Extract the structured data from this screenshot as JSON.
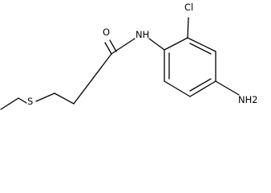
{
  "molecule": {
    "atoms": {
      "oxygen": "O",
      "amide_nh": "NH",
      "chlorine": "Cl",
      "sulfur": "S",
      "amine_nh2": "NH2"
    }
  },
  "colors": {
    "background": "#ffffff",
    "line": "#000000"
  }
}
